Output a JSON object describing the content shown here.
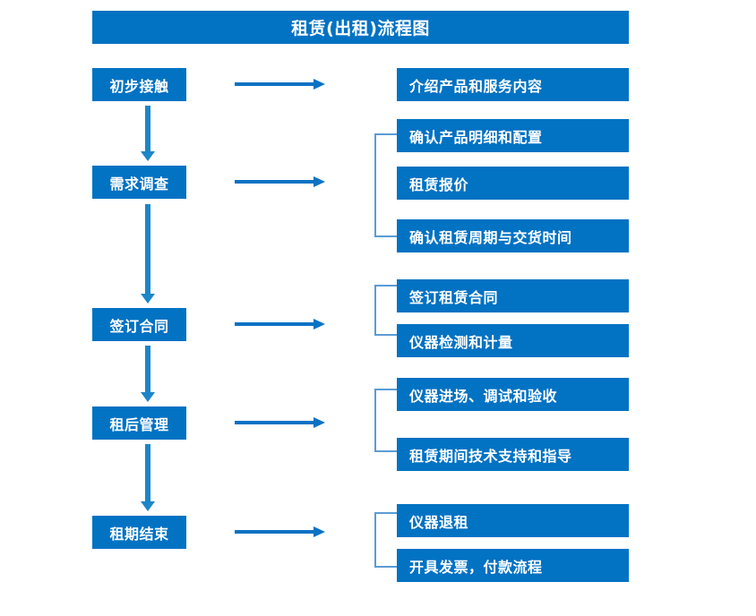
{
  "diagram": {
    "title": "租赁(出租)流程图",
    "accent_color": "#0272c3",
    "bracket_color": "#5b9bd5",
    "arrow_color": "#0b72c4",
    "stages": [
      {
        "id": "initial-contact",
        "label": "初步接触",
        "details": [
          "介绍产品和服务内容"
        ],
        "has_bracket": false
      },
      {
        "id": "demand-survey",
        "label": "需求调查",
        "details": [
          "确认产品明细和配置",
          "租赁报价",
          "确认租赁周期与交货时间"
        ],
        "has_bracket": true
      },
      {
        "id": "sign-contract",
        "label": "签订合同",
        "details": [
          "签订租赁合同",
          "仪器检测和计量"
        ],
        "has_bracket": true
      },
      {
        "id": "post-rental-management",
        "label": "租后管理",
        "details": [
          "仪器进场、调试和验收",
          "租赁期间技术支持和指导"
        ],
        "has_bracket": true
      },
      {
        "id": "lease-end",
        "label": "租期结束",
        "details": [
          "仪器退租",
          "开具发票，付款流程"
        ],
        "has_bracket": true
      }
    ],
    "detail_boxes_flat": [
      "介绍产品和服务内容",
      "确认产品明细和配置",
      "租赁报价",
      "确认租赁周期与交货时间",
      "签订租赁合同",
      "仪器检测和计量",
      "仪器进场、调试和验收",
      "租赁期间技术支持和指导",
      "仪器退租",
      "开具发票，付款流程"
    ]
  }
}
